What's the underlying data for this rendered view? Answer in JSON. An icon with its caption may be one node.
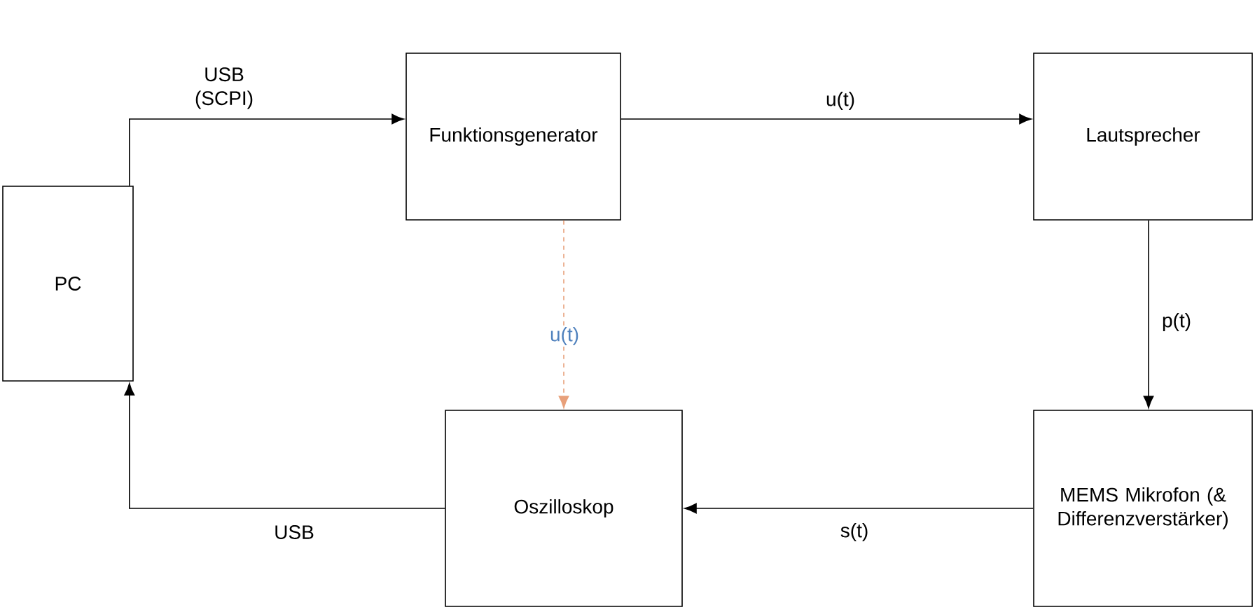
{
  "diagram": {
    "nodes": [
      {
        "text": [
          "Funktionsgenerator"
        ]
      },
      {
        "text": [
          "Lautsprecher"
        ]
      },
      {
        "text": [
          "PC"
        ]
      },
      {
        "text": [
          "Oszilloskop"
        ]
      },
      {
        "text": [
          "MEMS Mikrofon (& Differenzverstärker)"
        ]
      }
    ],
    "edges": [
      {
        "from": 2,
        "to": 0,
        "arrow": "to",
        "label": "USB (SCPI)"
      },
      {
        "from": 0,
        "to": 1,
        "arrow": "to",
        "label": "u(t)"
      },
      {
        "from": 1,
        "to": 4,
        "arrow": "to",
        "label": "p(t)"
      },
      {
        "from": 4,
        "to": 3,
        "arrow": "to",
        "label": "s(t)"
      },
      {
        "from": 3,
        "to": 2,
        "arrow": "to",
        "label": "USB"
      },
      {
        "from": 0,
        "to": 3,
        "arrow": "to",
        "label": "u(t)",
        "style": "dashed",
        "color": "#e8a07a"
      }
    ]
  }
}
